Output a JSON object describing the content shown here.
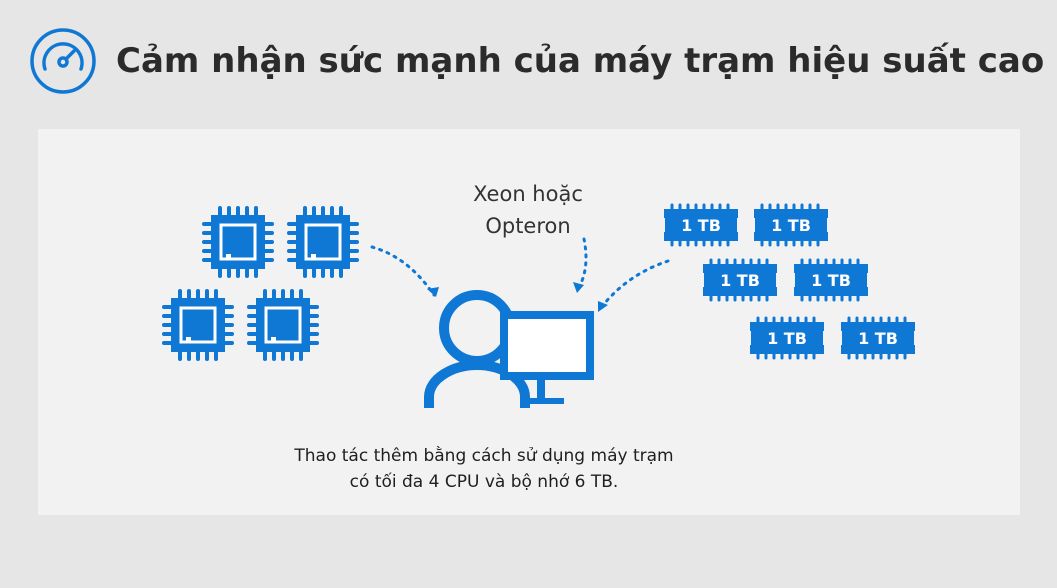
{
  "header": {
    "title": "Cảm nhận sức mạnh của máy trạm hiệu suất cao",
    "icon": "speedometer-icon"
  },
  "colors": {
    "accent": "#0f78d4",
    "background": "#e6e6e6",
    "panel": "#f2f2f2"
  },
  "diagram": {
    "cpu_label_line1": "Xeon hoặc",
    "cpu_label_line2": "Opteron",
    "memory_modules": [
      "1 TB",
      "1 TB",
      "1 TB",
      "1 TB",
      "1 TB",
      "1 TB"
    ],
    "cpu_chip_count": 4,
    "icons": [
      "cpu-chip-icon",
      "memory-module-icon",
      "user-icon",
      "monitor-icon"
    ],
    "caption_line1": "Thao tác thêm bằng cách sử dụng máy trạm",
    "caption_line2": "có tối đa 4 CPU và bộ nhớ 6 TB."
  }
}
